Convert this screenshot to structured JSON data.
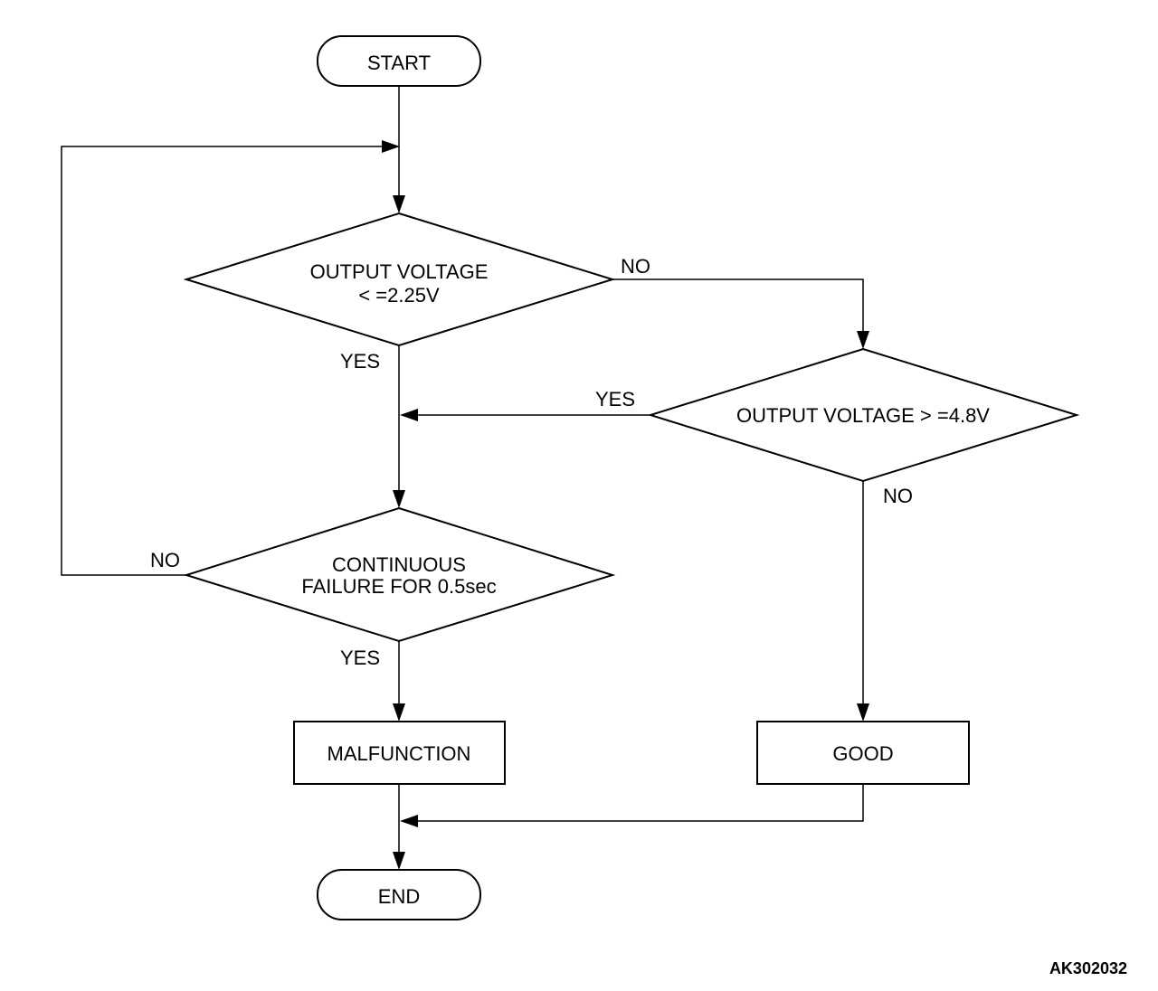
{
  "flowchart": {
    "start": "START",
    "end": "END",
    "decision_low_voltage": {
      "line1": "OUTPUT VOLTAGE",
      "line2": "< =2.25V"
    },
    "decision_high_voltage": {
      "line1": "OUTPUT VOLTAGE > =4.8V"
    },
    "decision_continuous": {
      "line1": "CONTINUOUS",
      "line2": "FAILURE FOR 0.5sec"
    },
    "result_malfunction": "MALFUNCTION",
    "result_good": "GOOD",
    "labels": {
      "low_no": "NO",
      "low_yes": "YES",
      "high_yes": "YES",
      "high_no": "NO",
      "cont_no": "NO",
      "cont_yes": "YES"
    }
  },
  "figure_code": "AK302032"
}
